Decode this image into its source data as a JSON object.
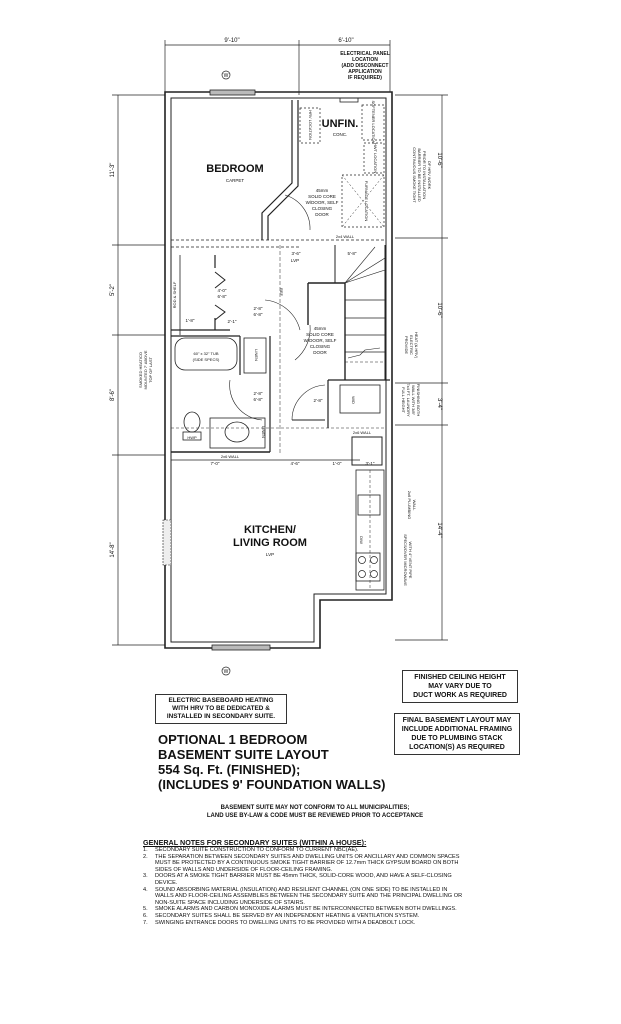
{
  "plan": {
    "top_dimensions": [
      "9'-10\"",
      "6'-10\""
    ],
    "electrical_note": [
      "ELECTRICAL PANEL",
      "LOCATION",
      "(ADD DISCONNECT",
      "APPLICATION",
      "IF REQUIRED)"
    ],
    "window_tag_top": "W",
    "window_tag_bottom": "W",
    "left_dimensions": [
      "11'-3\"",
      "5'-2\"",
      "8'-6\"",
      "14'-8\""
    ],
    "right_dimensions": [
      "10'-6\"",
      "10'-6\"",
      "3'-4\"",
      "14'-4\""
    ],
    "rooms": {
      "bedroom": {
        "name": "BEDROOM",
        "floor": "CARPET"
      },
      "unfinished": {
        "name": "UNFIN.",
        "floor": "CONC."
      },
      "kitchen": {
        "name": "KITCHEN/",
        "name2": "LIVING ROOM",
        "floor": "LVP"
      },
      "hall_floor": "LVP"
    },
    "equipment_labels": {
      "hrv": "HRV LOCATION",
      "hwt": "HWT LOCATION",
      "water_softener": "SOFTENER LOCATION",
      "furnace": "FURNACE LOCATION",
      "tub": [
        "60\" x 32\" TUB",
        "(SIDE SPECS)"
      ],
      "linen": "LINEN",
      "rod_shelf": "ROD & SHELF",
      "hwp": "HWP",
      "dw": "D/W",
      "washer_dryer": "W/D",
      "ref": "REF",
      "wall_2x6": "2x6 WALL",
      "wall_2x4": "2x4 WALL"
    },
    "door_notes": {
      "bedroom_door": [
        "45mm",
        "SOLID CORE",
        "W/DOOR, SELF",
        "CLOSING",
        "DOOR"
      ],
      "stair_door": [
        "45mm",
        "SOLID CORE",
        "W/DOOR, SELF",
        "CLOSING",
        "DOOR"
      ]
    },
    "interior_dimensions": {
      "unfin_width": "6'-4\"",
      "hall_a": "3'-6\"",
      "hall_b": "5'-8\"",
      "closet_door": "4'-0\"",
      "closet_door_h": "6'-8\"",
      "closet_a": "1'-8\"",
      "closet_b": "2'-1\"",
      "bath_door": "2'-8\"",
      "bath_door_h": "6'-8\"",
      "linen_door": "2'-0\"",
      "bath_span": "5'-6\"",
      "laundry_door": "2'-8\"",
      "bottom_a": "7'-0\"",
      "bottom_b": "4'-6\"",
      "bottom_c": "1'-0\"",
      "bottom_d": "3'-1\""
    },
    "side_notes": {
      "left": [
        "SMOKED HEAT/CO",
        "MOUNTED 7' ABOVE",
        "TOP OF LAST"
      ],
      "right_top": [
        "CONTINUOUS SMOKE TIGHT",
        "BARRIER TO BE INSTALLED",
        "PRIOR TO INSTALLATION",
        "OF HRV WORK"
      ],
      "right_mid": [
        "PROVIDE",
        "ELECTRIC",
        "HEAT (& HRV)"
      ],
      "right_low": [
        "FULL HEIGHT",
        "7x4 FT. LAUNDRY",
        "WALL WITH 3/8\"",
        "FINISHING BOTH"
      ],
      "plumbing": [
        "2x6 PLUMBING",
        "WALL"
      ],
      "microwave": [
        "SPECS/OVER MICROWAVE",
        "WITH 4\" VENT PIPE"
      ]
    }
  },
  "notes": {
    "ceiling": [
      "FINISHED CEILING HEIGHT",
      "MAY VARY DUE TO",
      "DUCT WORK AS REQUIRED"
    ],
    "layout": [
      "FINAL BASEMENT LAYOUT MAY",
      "INCLUDE ADDITIONAL FRAMING",
      "DUE TO PLUMBING STACK",
      "LOCATION(S) AS REQUIRED"
    ],
    "heating": [
      "ELECTRIC BASEBOARD HEATING",
      "WITH HRV TO BE DEDICATED &",
      "INSTALLED IN SECONDARY SUITE."
    ]
  },
  "title": {
    "line1": "OPTIONAL 1 BEDROOM",
    "line2": "BASEMENT SUITE LAYOUT",
    "line3": "554 Sq. Ft. (FINISHED);",
    "line4": "(INCLUDES 9' FOUNDATION WALLS)"
  },
  "disclaimer": {
    "line1": "BASEMENT SUITE MAY NOT CONFORM TO ALL MUNICIPALITIES;",
    "line2": "LAND USE BY-LAW & CODE MUST BE REVIEWED PRIOR TO ACCEPTANCE"
  },
  "general_notes": {
    "heading": "GENERAL NOTES FOR SECONDARY SUITES (WITHIN A HOUSE):",
    "items": [
      {
        "num": "1.",
        "text": "SECONDARY SUITE CONSTRUCTION TO CONFORM TO CURRENT NBC(AE)."
      },
      {
        "num": "2.",
        "text": "THE SEPARATION BETWEEN SECONDARY SUITES AND DWELLING UNITS OR ANCILLARY AND COMMON SPACES MUST BE PROTECTED BY A CONTINUOUS SMOKE TIGHT BARRIER OF 12.7mm THICK GYPSUM BOARD ON BOTH SIDES OF WALLS AND UNDERSIDE OF FLOOR-CEILING FRAMING."
      },
      {
        "num": "3.",
        "text": "DOORS AT A SMOKE TIGHT BARRIER MUST BE 45mm THICK, SOLID-CORE WOOD, AND HAVE A SELF-CLOSING DEVICE."
      },
      {
        "num": "4.",
        "text": "SOUND ABSORBING MATERIAL (INSULATION) AND RESILIENT CHANNEL (ON ONE SIDE) TO BE INSTALLED IN WALLS AND FLOOR-CEILING ASSEMBLIES BETWEEN THE SECONDARY SUITE AND THE PRINCIPAL DWELLING OR NON-SUITE SPACE INCLUDING UNDERSIDE OF STAIRS."
      },
      {
        "num": "5.",
        "text": "SMOKE ALARMS AND CARBON MONOXIDE ALARMS MUST BE INTERCONNECTED BETWEEN BOTH DWELLINGS."
      },
      {
        "num": "6.",
        "text": "SECONDARY SUITES SHALL BE SERVED BY AN INDEPENDENT HEATING & VENTILATION SYSTEM."
      },
      {
        "num": "7.",
        "text": "SWINGING ENTRANCE DOORS TO DWELLING UNITS TO BE PROVIDED WITH A DEADBOLT LOCK."
      }
    ]
  }
}
